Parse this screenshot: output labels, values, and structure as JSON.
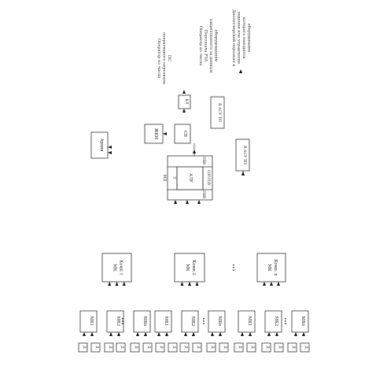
{
  "diagram": {
    "sensor_label": "Д",
    "mk_boxes": [
      "МК1",
      "МК2",
      "МКn"
    ],
    "ellipsis": "...",
    "complex_boxes": [
      {
        "line1": "МК",
        "line2": "Комп.1"
      },
      {
        "line1": "МК",
        "line2": "Комп.2"
      },
      {
        "line1": "МК",
        "line2": "Комп. n"
      }
    ],
    "mp": {
      "caption": "МП",
      "pvv_top": "ПВВ",
      "pvv_bottom": "ПВВ",
      "t": "Т",
      "alu": "АЛУ",
      "ozu": "ОЗУ/ПЗУ"
    },
    "archive": "Архив",
    "sb": "СБ",
    "zhki": "ЖКИ",
    "kl": "КЛ",
    "asu_tp_1": "В АСУ ТП",
    "asu_tp_2": "В АСУ ТП",
    "note_operator_ps": [
      "Оператор из числа",
      "оперативного персонала",
      "ПС"
    ],
    "note_operator_rza": [
      "Оператор из числа",
      "Персонала РЗА",
      "закрепленного за данным",
      "оборудованием"
    ],
    "note_dispatcher": [
      "Диспетчерский персонал в",
      "ведении или управлении",
      "которого находится",
      "оборудование"
    ]
  }
}
